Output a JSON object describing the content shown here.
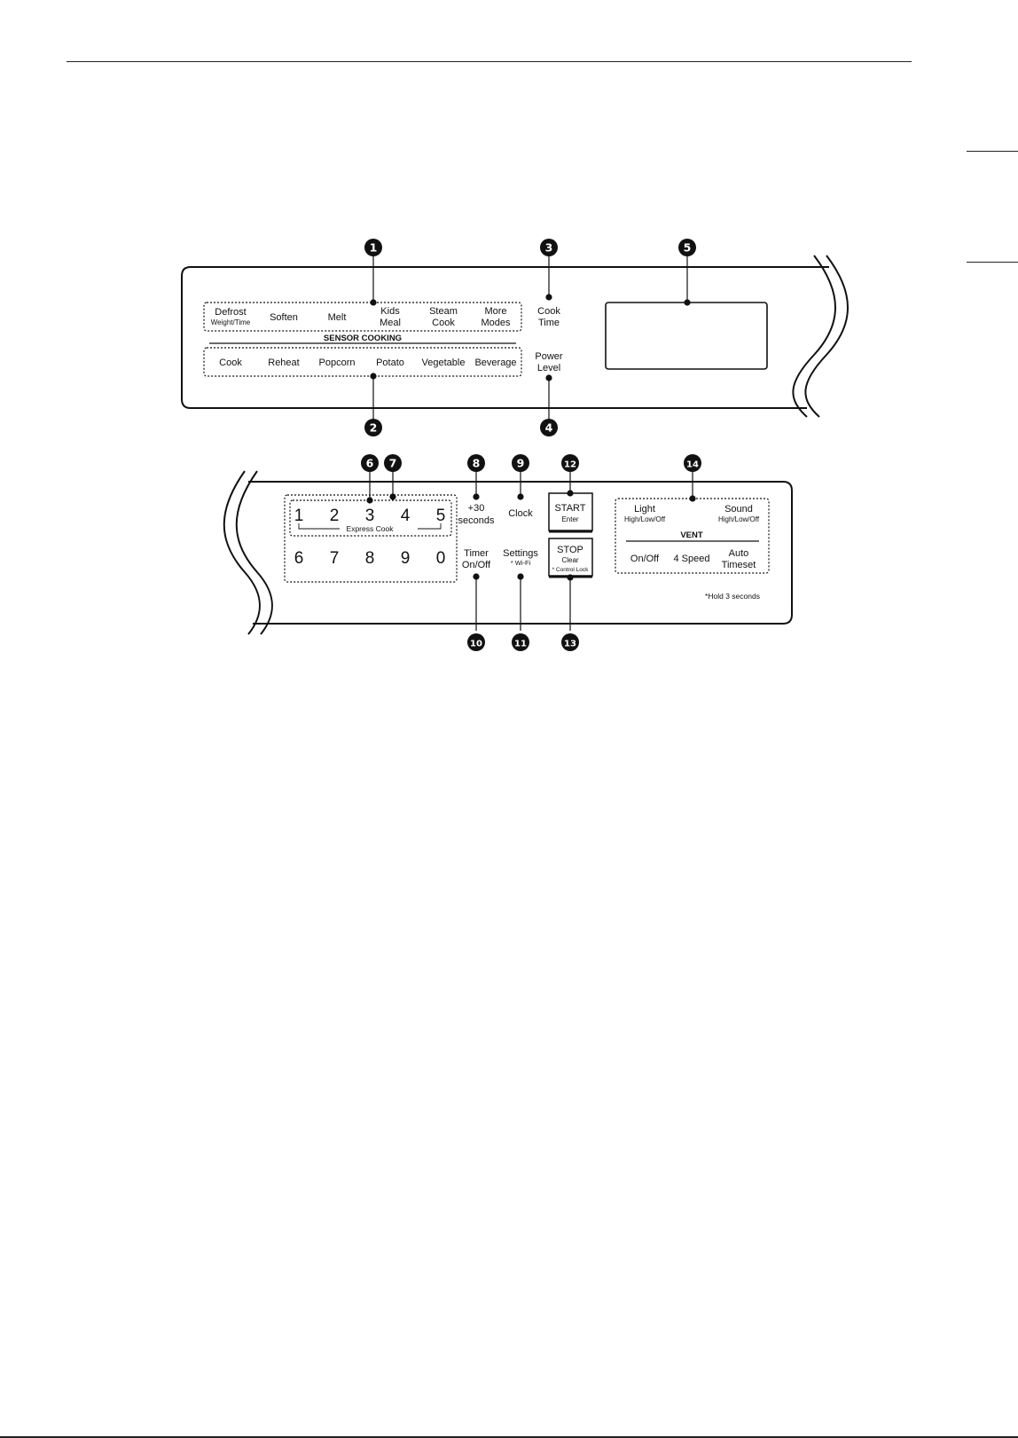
{
  "upper_panel": {
    "row1": [
      {
        "main": "Defrost",
        "sub": "Weight/Time"
      },
      {
        "main": "Soften",
        "sub": ""
      },
      {
        "main": "Melt",
        "sub": ""
      },
      {
        "main": "Kids",
        "sub2": "Meal"
      },
      {
        "main": "Steam",
        "sub2": "Cook"
      },
      {
        "main": "More",
        "sub2": "Modes"
      }
    ],
    "sensor_label": "SENSOR COOKING",
    "row2": [
      "Cook",
      "Reheat",
      "Popcorn",
      "Potato",
      "Vegetable",
      "Beverage"
    ],
    "cook_time": [
      "Cook",
      "Time"
    ],
    "power_level": [
      "Power",
      "Level"
    ]
  },
  "lower_panel": {
    "keypad_top": [
      "1",
      "2",
      "3",
      "4",
      "5"
    ],
    "keypad_bottom": [
      "6",
      "7",
      "8",
      "9",
      "0"
    ],
    "express_cook": "Express Cook",
    "plus30": [
      "+30",
      "seconds"
    ],
    "clock": "Clock",
    "timer": [
      "Timer",
      "On/Off"
    ],
    "settings": [
      "Settings",
      "* Wi-Fi"
    ],
    "start": [
      "START",
      "Enter"
    ],
    "stop": [
      "STOP",
      "Clear",
      "* Control Lock"
    ],
    "light": [
      "Light",
      "High/Low/Off"
    ],
    "sound": [
      "Sound",
      "High/Low/Off"
    ],
    "vent_label": "VENT",
    "vent": [
      {
        "main": "On/Off"
      },
      {
        "main": "4 Speed"
      },
      {
        "main": "Auto",
        "sub2": "Timeset"
      }
    ],
    "hold_note": "*Hold 3 seconds"
  },
  "callouts": [
    "1",
    "2",
    "3",
    "4",
    "5",
    "6",
    "7",
    "8",
    "9",
    "10",
    "11",
    "12",
    "13",
    "14"
  ],
  "colors": {
    "line": "#111111",
    "callout_fill": "#111111",
    "callout_text": "#ffffff"
  }
}
